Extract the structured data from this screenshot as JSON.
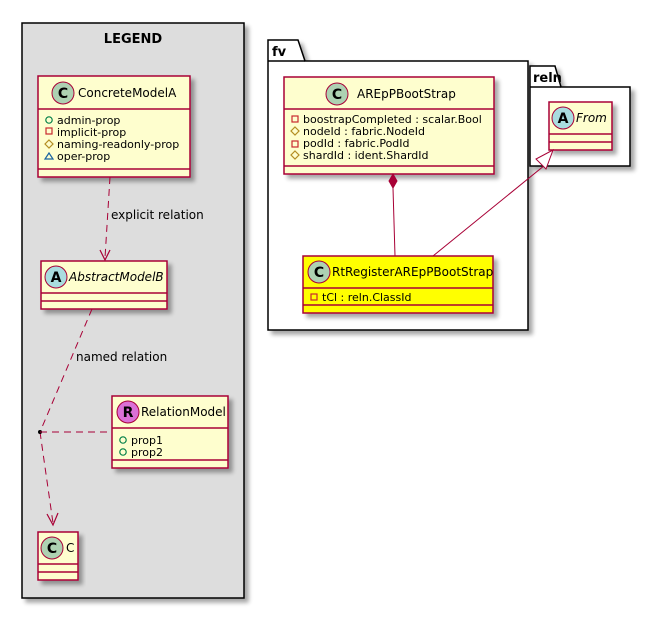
{
  "colors": {
    "class_fill": "#FEFECE",
    "class_border": "#A80036",
    "highlight_fill": "#FFFF00",
    "legend_bg": "#DDDDDD",
    "circle_class": "#ADD1B2",
    "circle_abstract": "#A9DCDF",
    "circle_relation": "#DA70D6",
    "edge": "#A80036",
    "vis_public": "#038048",
    "vis_private": "#C82930",
    "vis_protected": "#B38D22",
    "vis_package": "#1963A0"
  },
  "legend": {
    "title": "LEGEND",
    "concrete": {
      "stereotype": "C",
      "name": "ConcreteModelA",
      "attributes": [
        {
          "visibility": "public",
          "text": "admin-prop"
        },
        {
          "visibility": "private",
          "text": "implicit-prop"
        },
        {
          "visibility": "protected",
          "text": "naming-readonly-prop"
        },
        {
          "visibility": "package",
          "text": "oper-prop"
        }
      ]
    },
    "abstract": {
      "stereotype": "A",
      "name": "AbstractModelB"
    },
    "relation_model": {
      "stereotype": "R",
      "name": "RelationModel",
      "attributes": [
        {
          "visibility": "public",
          "text": "prop1"
        },
        {
          "visibility": "public",
          "text": "prop2"
        }
      ]
    },
    "c_class": {
      "stereotype": "C",
      "name": "C"
    },
    "edge_labels": {
      "explicit": "explicit relation",
      "named": "named relation"
    }
  },
  "packages": {
    "fv": {
      "name": "fv",
      "bootstrap": {
        "stereotype": "C",
        "name": "AREpPBootStrap",
        "attributes": [
          {
            "visibility": "private",
            "text": "boostrapCompleted : scalar.Bool"
          },
          {
            "visibility": "protected",
            "text": "nodeId : fabric.NodeId"
          },
          {
            "visibility": "private",
            "text": "podId : fabric.PodId"
          },
          {
            "visibility": "protected",
            "text": "shardId : ident.ShardId"
          }
        ]
      },
      "register": {
        "stereotype": "C",
        "name": "RtRegisterAREpPBootStrap",
        "attributes": [
          {
            "visibility": "private",
            "text": "tCl : reln.ClassId"
          }
        ]
      }
    },
    "reln": {
      "name": "reln",
      "from": {
        "stereotype": "A",
        "name": "From"
      }
    }
  }
}
